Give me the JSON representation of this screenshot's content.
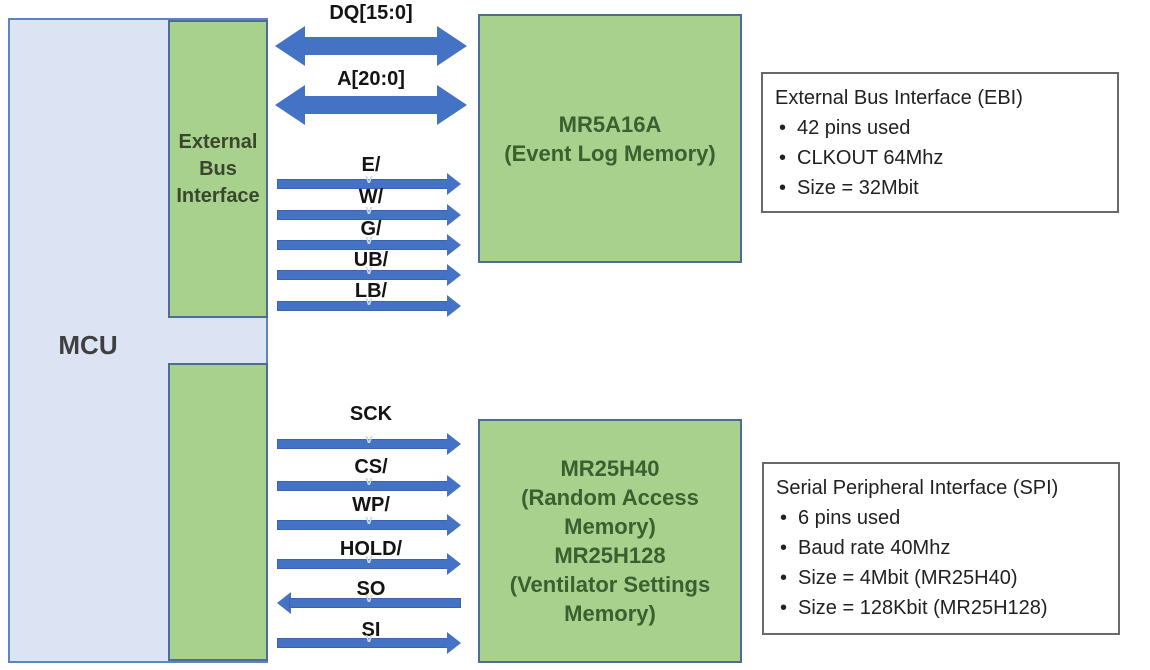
{
  "diagram": {
    "mcu": {
      "label": "MCU"
    },
    "ebi_block": {
      "label": "External Bus Interface"
    },
    "event_log_memory": {
      "lines": [
        "MR5A16A",
        "(Event Log Memory)"
      ]
    },
    "spi_memory": {
      "lines": [
        "MR25H40",
        "(Random Access",
        "Memory)",
        "MR25H128",
        "(Ventilator Settings",
        "Memory)"
      ]
    },
    "bus_arrows": [
      {
        "label": "DQ[15:0]",
        "direction": "bidirectional"
      },
      {
        "label": "A[20:0]",
        "direction": "bidirectional"
      }
    ],
    "ebi_signals": [
      {
        "label": "E/",
        "direction": "right"
      },
      {
        "label": "W/",
        "direction": "right"
      },
      {
        "label": "G/",
        "direction": "right"
      },
      {
        "label": "UB/",
        "direction": "right"
      },
      {
        "label": "LB/",
        "direction": "right"
      }
    ],
    "spi_signals": [
      {
        "label": "SCK",
        "direction": "right"
      },
      {
        "label": "CS/",
        "direction": "right"
      },
      {
        "label": "WP/",
        "direction": "right"
      },
      {
        "label": "HOLD/",
        "direction": "right"
      },
      {
        "label": "SO",
        "direction": "left"
      },
      {
        "label": "SI",
        "direction": "right"
      }
    ],
    "ebi_note": {
      "title": "External Bus Interface (EBI)",
      "bullets": [
        "42 pins used",
        "CLKOUT 64Mhz",
        "Size = 32Mbit"
      ]
    },
    "spi_note": {
      "title": "Serial Peripheral Interface (SPI)",
      "bullets": [
        "6 pins used",
        "Baud rate 40Mhz",
        "Size = 4Mbit (MR25H40)",
        "Size = 128Kbit (MR25H128)"
      ]
    },
    "colors": {
      "block_green_fill": "#A9D18E",
      "block_green_border": "#4E6D96",
      "mcu_fill": "#DCE4F3",
      "mcu_border": "#5B84C2",
      "arrow_blue": "#4472C4",
      "note_border": "#6A6A6A",
      "memory_text_green": "#3A6030"
    }
  }
}
